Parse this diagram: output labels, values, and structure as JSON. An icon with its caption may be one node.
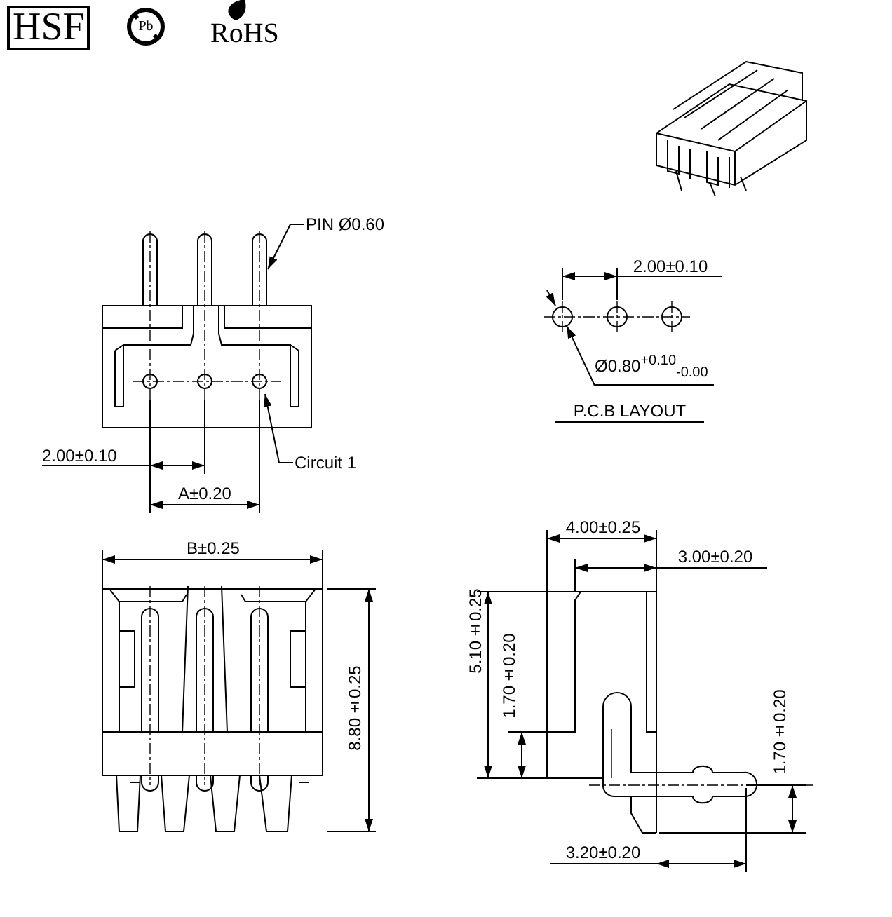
{
  "diagram": {
    "nodes": [
      {
        "text": [
          "PIN Ø0.60"
        ]
      },
      {
        "text": [
          "Circuit 1"
        ]
      },
      {
        "text": [
          "Ø0.80$^{+0.10}$$_{-0.00}$"
        ]
      },
      {
        "text": [],
        "shape": "circle"
      }
    ],
    "edges": [
      {
        "from": 0,
        "to": null,
        "arrow": "to"
      },
      {
        "from": 1,
        "to": null,
        "arrow": "to"
      },
      {
        "from": 2,
        "to": 3,
        "arrow": "to"
      }
    ],
    "labels": [
      "HSF",
      "Pb",
      "RoHS",
      "2.00±0.10",
      "P.C.B LAYOUT",
      "2.00±0.10",
      "A±0.20",
      "B±0.25",
      "8.80±0.25",
      "4.00±0.25",
      "3.00±0.20",
      "5.10±0.25",
      "1.70±0.20",
      "1.70±0.20",
      "3.20±0.20"
    ]
  }
}
